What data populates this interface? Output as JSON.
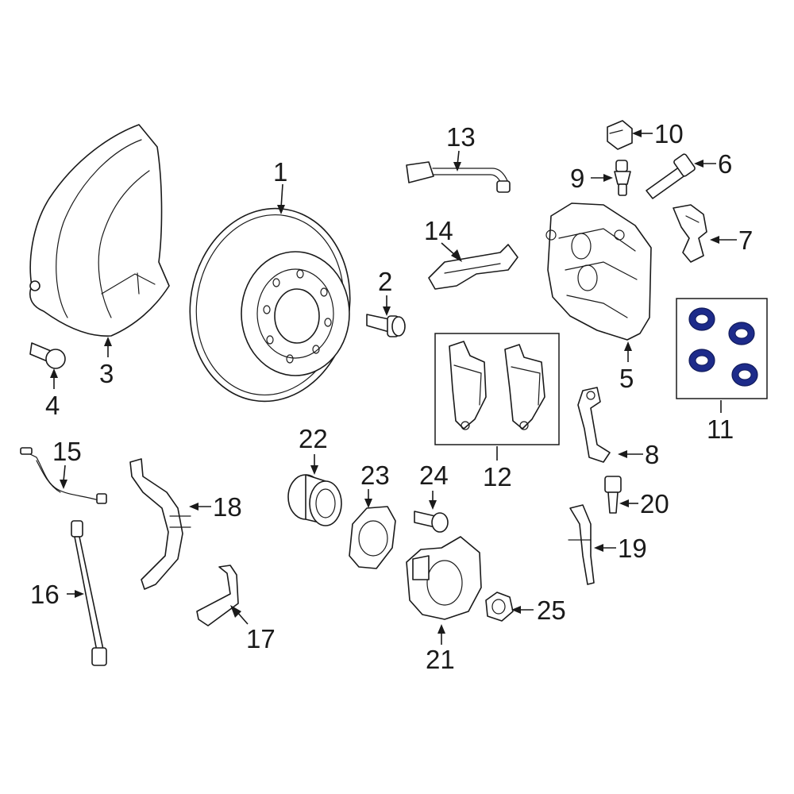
{
  "diagram": {
    "highlight_color": "#2f3fbf",
    "callouts": [
      {
        "id": "1",
        "label": "1"
      },
      {
        "id": "2",
        "label": "2"
      },
      {
        "id": "3",
        "label": "3"
      },
      {
        "id": "4",
        "label": "4"
      },
      {
        "id": "5",
        "label": "5"
      },
      {
        "id": "6",
        "label": "6"
      },
      {
        "id": "7",
        "label": "7"
      },
      {
        "id": "8",
        "label": "8"
      },
      {
        "id": "9",
        "label": "9"
      },
      {
        "id": "10",
        "label": "10"
      },
      {
        "id": "11",
        "label": "11"
      },
      {
        "id": "12",
        "label": "12"
      },
      {
        "id": "13",
        "label": "13"
      },
      {
        "id": "14",
        "label": "14"
      },
      {
        "id": "15",
        "label": "15"
      },
      {
        "id": "16",
        "label": "16"
      },
      {
        "id": "17",
        "label": "17"
      },
      {
        "id": "18",
        "label": "18"
      },
      {
        "id": "19",
        "label": "19"
      },
      {
        "id": "20",
        "label": "20"
      },
      {
        "id": "21",
        "label": "21"
      },
      {
        "id": "22",
        "label": "22"
      },
      {
        "id": "23",
        "label": "23"
      },
      {
        "id": "24",
        "label": "24"
      },
      {
        "id": "25",
        "label": "25"
      }
    ]
  }
}
